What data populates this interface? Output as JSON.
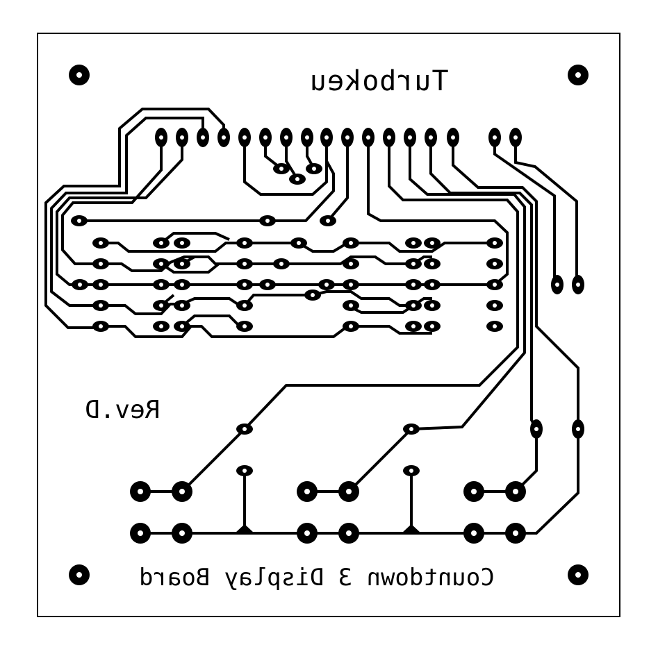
{
  "labels": {
    "brand": "Turbokeu",
    "revision": "Rev.D",
    "board_title": "Countdown 3 Display Board"
  },
  "colors": {
    "copper": "#000000",
    "background": "#ffffff"
  },
  "icons": {
    "mounting_hole": "mounting-hole-icon",
    "pad": "solder-pad-icon"
  }
}
